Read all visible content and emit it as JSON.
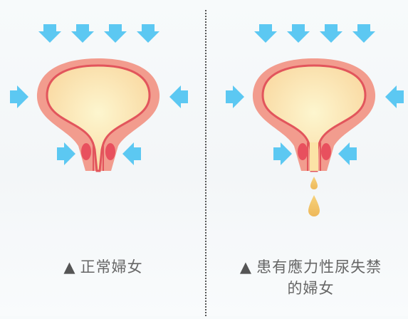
{
  "labels": {
    "normal_marker": "▲",
    "normal": "正常婦女",
    "incontinent_marker": "▲",
    "incontinent_line1": "患有應力性尿失禁",
    "incontinent_line2": "的婦女"
  },
  "colors": {
    "arrow": "#5cc8f2",
    "bladder_wall": "#f28f86",
    "bladder_inner_outline": "#e2555c",
    "urine": "#fbe3a6",
    "sphincter": "#e8505e",
    "droplet": "#f2c46a"
  }
}
